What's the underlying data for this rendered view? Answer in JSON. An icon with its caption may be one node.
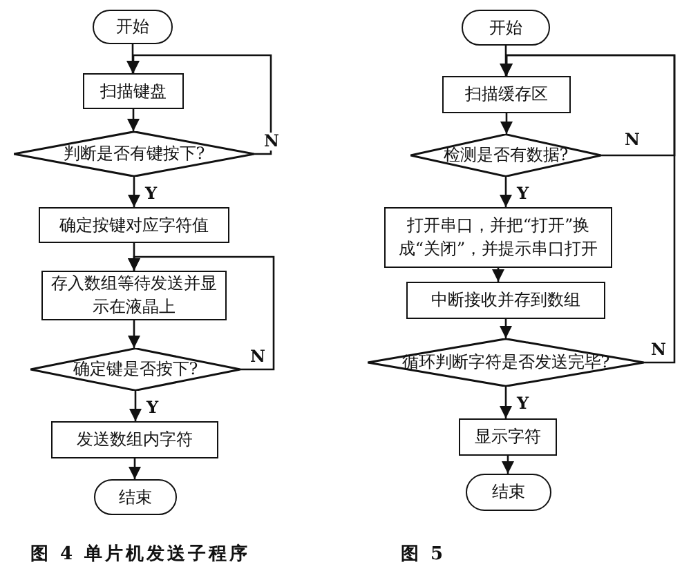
{
  "diagram": {
    "nodes": [
      {
        "text": [
          "开始"
        ]
      },
      {
        "text": [
          "扫描键盘"
        ]
      },
      {
        "text": [
          "判断是否有键按下?"
        ]
      },
      {
        "text": [
          "确定按键对应字符值"
        ]
      },
      {
        "text": [
          "存入数组等待发送并显示在液晶上"
        ]
      },
      {
        "text": [
          "确定键是否按下?"
        ]
      },
      {
        "text": [
          "发送数组内字符"
        ]
      },
      {
        "text": [
          "结束"
        ]
      },
      {
        "text": [
          "开始"
        ]
      },
      {
        "text": [
          "扫描缓存区"
        ]
      },
      {
        "text": [
          "检测是否有数据?"
        ]
      },
      {
        "text": [
          "打开串口，并把“打开”换成“关闭”，并提示串口打开"
        ]
      },
      {
        "text": [
          "中断接收并存到数组"
        ]
      },
      {
        "text": [
          "循环判断字符是否发送完毕?"
        ]
      },
      {
        "text": [
          "显示字符"
        ]
      },
      {
        "text": [
          "结束"
        ]
      }
    ],
    "edges": [
      {
        "from": 0,
        "to": 1,
        "arrow": "to"
      },
      {
        "from": 1,
        "to": 2,
        "arrow": "to"
      },
      {
        "from": 2,
        "to": 3,
        "arrow": "to",
        "label": "Y"
      },
      {
        "from": 2,
        "to": 1,
        "arrow": "to",
        "label": "N"
      },
      {
        "from": 3,
        "to": 4,
        "arrow": "to"
      },
      {
        "from": 4,
        "to": 5,
        "arrow": "to"
      },
      {
        "from": 5,
        "to": 6,
        "arrow": "to",
        "label": "Y"
      },
      {
        "from": 5,
        "to": 4,
        "arrow": "to",
        "label": "N"
      },
      {
        "from": 6,
        "to": 7,
        "arrow": "to"
      },
      {
        "from": 8,
        "to": 9,
        "arrow": "to"
      },
      {
        "from": 9,
        "to": 10,
        "arrow": "to"
      },
      {
        "from": 10,
        "to": 11,
        "arrow": "to",
        "label": "Y"
      },
      {
        "from": 10,
        "to": 9,
        "arrow": "to",
        "label": "N"
      },
      {
        "from": 11,
        "to": 12,
        "arrow": "to"
      },
      {
        "from": 12,
        "to": 13,
        "arrow": "to"
      },
      {
        "from": 13,
        "to": 14,
        "arrow": "to",
        "label": "Y"
      },
      {
        "from": 13,
        "to": 9,
        "arrow": "to",
        "label": "N"
      },
      {
        "from": 14,
        "to": 15,
        "arrow": "to"
      }
    ],
    "labels": [
      "图 4 单片机发送子程序",
      "图 5"
    ]
  }
}
